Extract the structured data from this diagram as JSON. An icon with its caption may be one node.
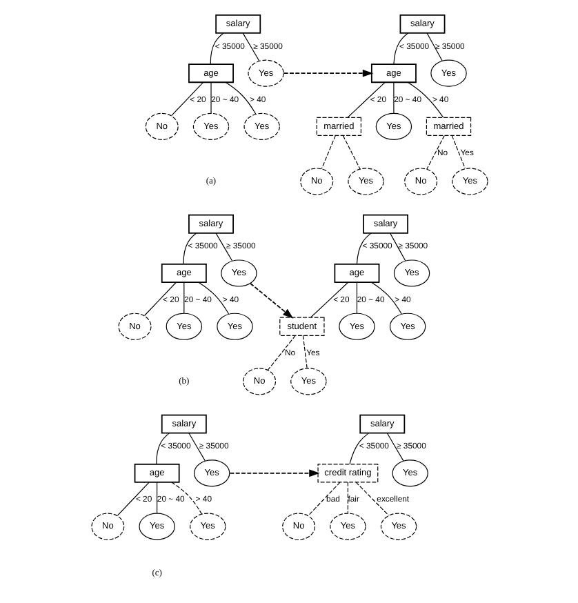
{
  "diagram": {
    "nodes": [
      {
        "text": [
          "salary"
        ]
      },
      {
        "text": [
          "age"
        ]
      },
      {
        "text": [
          "Yes"
        ]
      },
      {
        "text": [
          "No"
        ]
      },
      {
        "text": [
          "Yes"
        ]
      },
      {
        "text": [
          "Yes"
        ]
      },
      {
        "text": [
          "salary"
        ]
      },
      {
        "text": [
          "age"
        ]
      },
      {
        "text": [
          "Yes"
        ]
      },
      {
        "text": [
          "married"
        ]
      },
      {
        "text": [
          "Yes"
        ]
      },
      {
        "text": [
          "married"
        ]
      },
      {
        "text": [
          "No"
        ]
      },
      {
        "text": [
          "Yes"
        ]
      },
      {
        "text": [
          "No"
        ]
      },
      {
        "text": [
          "Yes"
        ]
      },
      {
        "text": [
          "salary"
        ]
      },
      {
        "text": [
          "age"
        ]
      },
      {
        "text": [
          "Yes"
        ]
      },
      {
        "text": [
          "No"
        ]
      },
      {
        "text": [
          "Yes"
        ]
      },
      {
        "text": [
          "Yes"
        ]
      },
      {
        "text": [
          "salary"
        ]
      },
      {
        "text": [
          "age"
        ]
      },
      {
        "text": [
          "Yes"
        ]
      },
      {
        "text": [
          "student"
        ]
      },
      {
        "text": [
          "Yes"
        ]
      },
      {
        "text": [
          "Yes"
        ]
      },
      {
        "text": [
          "No"
        ]
      },
      {
        "text": [
          "Yes"
        ]
      },
      {
        "text": [
          "salary"
        ]
      },
      {
        "text": [
          "age"
        ]
      },
      {
        "text": [
          "Yes"
        ]
      },
      {
        "text": [
          "No"
        ]
      },
      {
        "text": [
          "Yes"
        ]
      },
      {
        "text": [
          "Yes"
        ]
      },
      {
        "text": [
          "salary"
        ]
      },
      {
        "text": [
          "credit rating"
        ]
      },
      {
        "text": [
          "Yes"
        ]
      },
      {
        "text": [
          "No"
        ]
      },
      {
        "text": [
          "Yes"
        ]
      },
      {
        "text": [
          "Yes"
        ]
      }
    ],
    "edges": [
      {
        "from": 0,
        "to": 1,
        "arrow": "none",
        "label": "< 35000"
      },
      {
        "from": 0,
        "to": 2,
        "arrow": "none",
        "label": "≥ 35000"
      },
      {
        "from": 1,
        "to": 3,
        "arrow": "none",
        "label": "< 20"
      },
      {
        "from": 1,
        "to": 4,
        "arrow": "none",
        "label": "20 ~ 40"
      },
      {
        "from": 1,
        "to": 5,
        "arrow": "none",
        "label": "> 40"
      },
      {
        "from": 2,
        "to": 7,
        "arrow": "to",
        "style": "dashed"
      },
      {
        "from": 6,
        "to": 7,
        "arrow": "none",
        "label": "< 35000"
      },
      {
        "from": 6,
        "to": 8,
        "arrow": "none",
        "label": "≥ 35000"
      },
      {
        "from": 7,
        "to": 9,
        "arrow": "none",
        "label": "< 20"
      },
      {
        "from": 7,
        "to": 10,
        "arrow": "none",
        "label": "20 ~ 40"
      },
      {
        "from": 7,
        "to": 11,
        "arrow": "none",
        "label": "> 40"
      },
      {
        "from": 9,
        "to": 12,
        "arrow": "none",
        "style": "dashed"
      },
      {
        "from": 9,
        "to": 13,
        "arrow": "none",
        "style": "dashed"
      },
      {
        "from": 11,
        "to": 14,
        "arrow": "none",
        "label": "No",
        "style": "dashed"
      },
      {
        "from": 11,
        "to": 15,
        "arrow": "none",
        "label": "Yes",
        "style": "dashed"
      },
      {
        "from": 16,
        "to": 17,
        "arrow": "none",
        "label": "< 35000"
      },
      {
        "from": 16,
        "to": 18,
        "arrow": "none",
        "label": "≥ 35000"
      },
      {
        "from": 17,
        "to": 19,
        "arrow": "none",
        "label": "< 20"
      },
      {
        "from": 17,
        "to": 20,
        "arrow": "none",
        "label": "20 ~ 40"
      },
      {
        "from": 17,
        "to": 21,
        "arrow": "none",
        "label": "> 40"
      },
      {
        "from": 18,
        "to": 25,
        "arrow": "to",
        "style": "dashed"
      },
      {
        "from": 22,
        "to": 23,
        "arrow": "none",
        "label": "< 35000"
      },
      {
        "from": 22,
        "to": 24,
        "arrow": "none",
        "label": "≥ 35000"
      },
      {
        "from": 23,
        "to": 25,
        "arrow": "none",
        "label": "< 20"
      },
      {
        "from": 23,
        "to": 26,
        "arrow": "none",
        "label": "20 ~ 40"
      },
      {
        "from": 23,
        "to": 27,
        "arrow": "none",
        "label": "> 40"
      },
      {
        "from": 25,
        "to": 28,
        "arrow": "none",
        "label": "No",
        "style": "dashed"
      },
      {
        "from": 25,
        "to": 29,
        "arrow": "none",
        "label": "Yes",
        "style": "dashed"
      },
      {
        "from": 30,
        "to": 31,
        "arrow": "none",
        "label": "< 35000"
      },
      {
        "from": 30,
        "to": 32,
        "arrow": "none",
        "label": "≥ 35000"
      },
      {
        "from": 31,
        "to": 33,
        "arrow": "none",
        "label": "< 20"
      },
      {
        "from": 31,
        "to": 34,
        "arrow": "none",
        "label": "20 ~ 40"
      },
      {
        "from": 31,
        "to": 35,
        "arrow": "none",
        "label": "> 40",
        "style": "dashed"
      },
      {
        "from": 32,
        "to": 37,
        "arrow": "to",
        "style": "dashed"
      },
      {
        "from": 36,
        "to": 37,
        "arrow": "none",
        "label": "< 35000"
      },
      {
        "from": 36,
        "to": 38,
        "arrow": "none",
        "label": "≥ 35000"
      },
      {
        "from": 37,
        "to": 39,
        "arrow": "none",
        "label": "bad",
        "style": "dashed"
      },
      {
        "from": 37,
        "to": 40,
        "arrow": "none",
        "label": "fair",
        "style": "dashed"
      },
      {
        "from": 37,
        "to": 41,
        "arrow": "none",
        "label": "excellent",
        "style": "dashed"
      }
    ],
    "labels": [
      "(a)",
      "(b)",
      "(c)"
    ]
  }
}
